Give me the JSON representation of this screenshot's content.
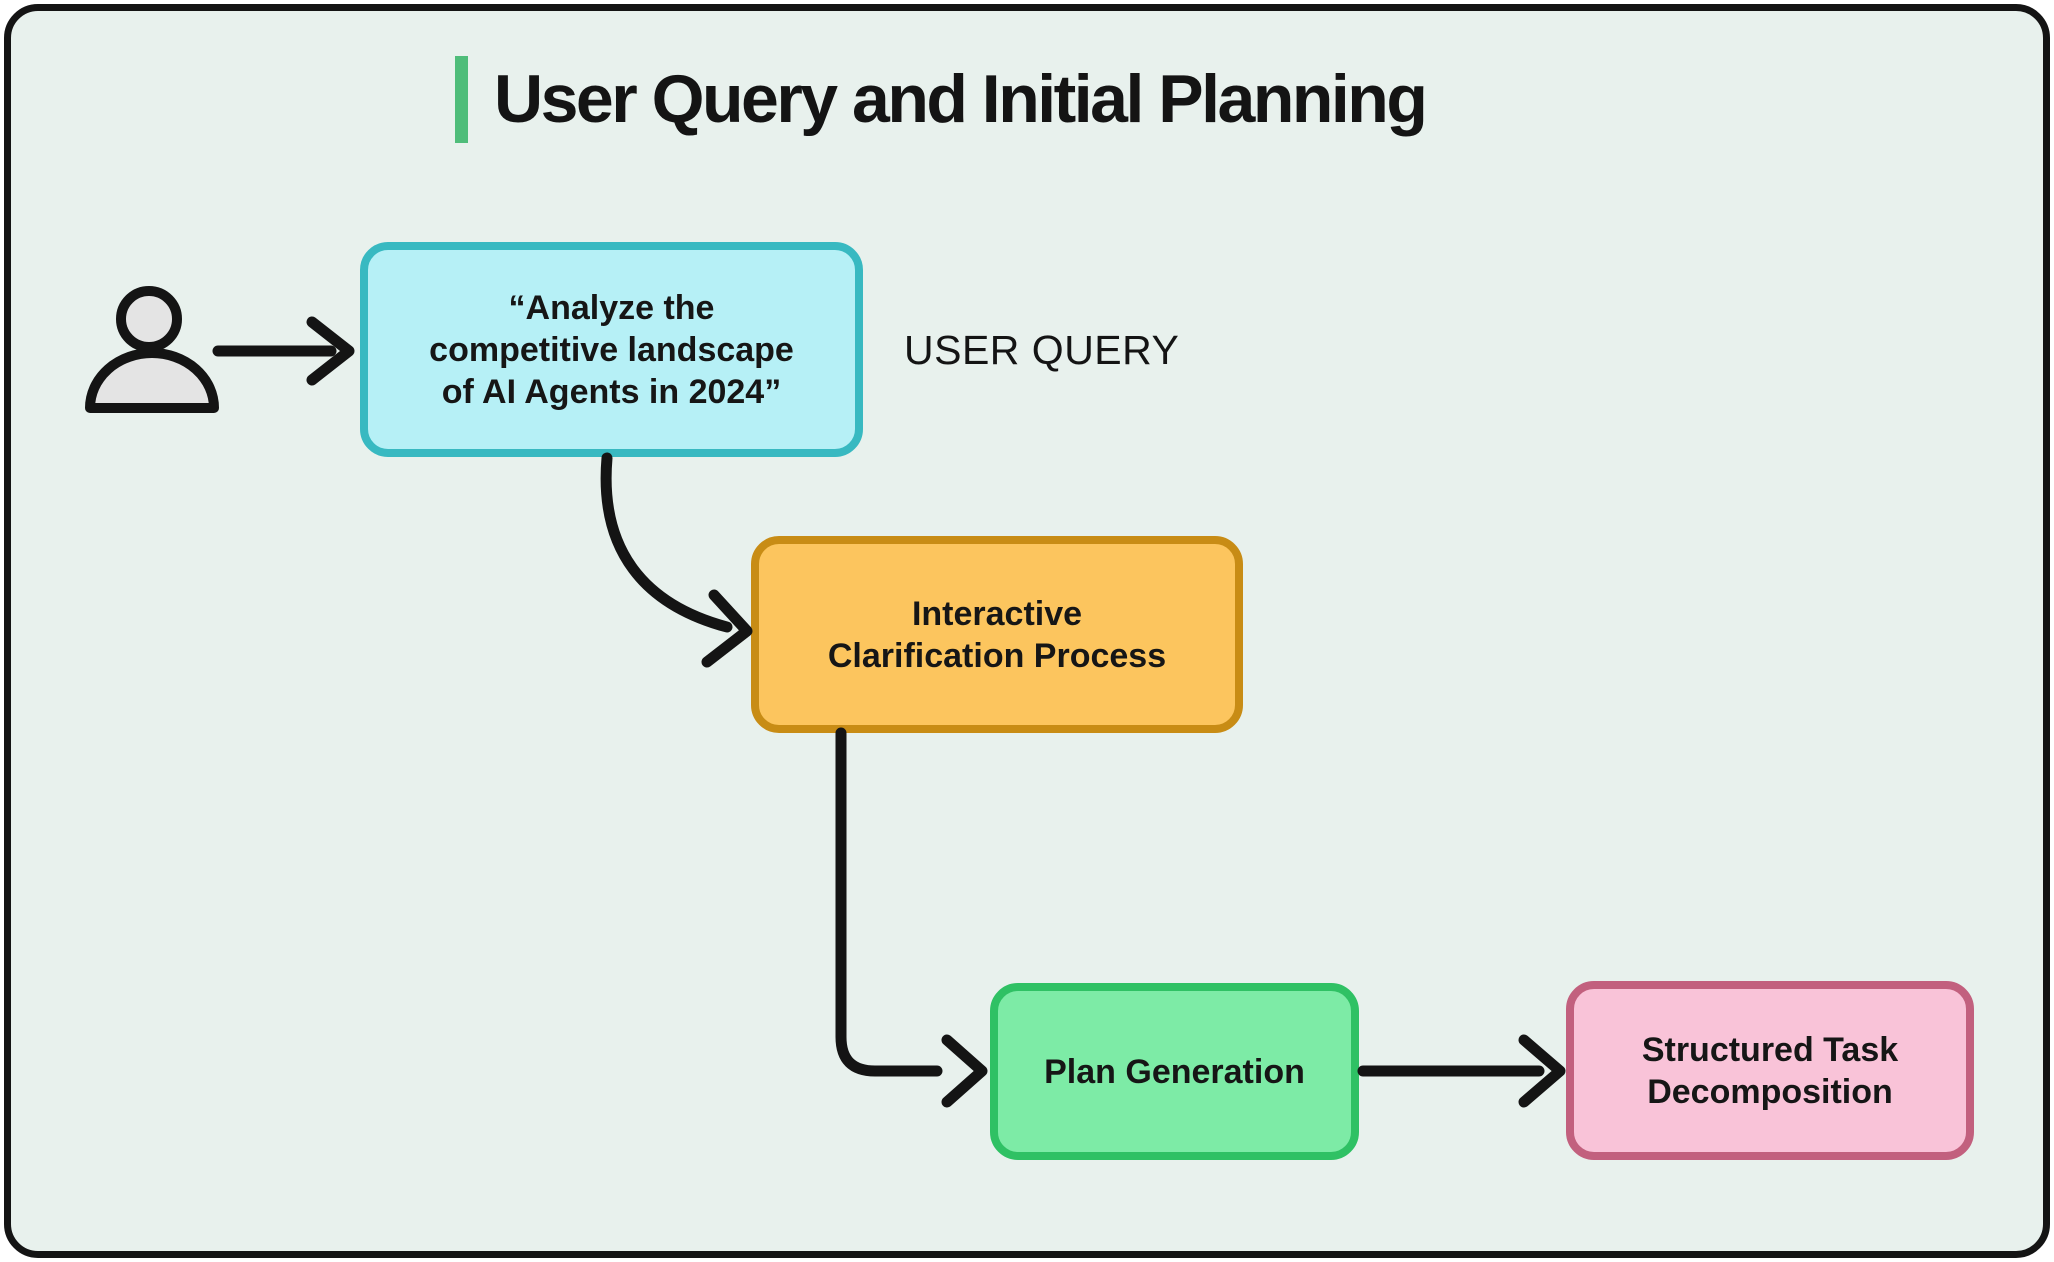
{
  "title": "User Query and Initial Planning",
  "annotation": {
    "user_query": "USER QUERY"
  },
  "nodes": {
    "user_query": {
      "lines": [
        "“Analyze the",
        "competitive landscape",
        "of AI Agents in 2024”"
      ]
    },
    "clarification": {
      "lines": [
        "Interactive",
        "Clarification Process"
      ]
    },
    "plan": {
      "lines": [
        "Plan Generation"
      ]
    },
    "decomposition": {
      "lines": [
        "Structured Task",
        "Decomposition"
      ]
    }
  },
  "icons": {
    "user": "user-icon"
  },
  "colors": {
    "background": "#e8f1ed",
    "frame": "#141414",
    "accent_bar": "#4fbd7a",
    "arrow": "#141414",
    "icon_fill": "#e4e4e4",
    "cyan_fill": "#b6f0f6",
    "cyan_border": "#38b9c1",
    "orange_fill": "#fcc55e",
    "orange_border": "#c88c15",
    "green_fill": "#7deba6",
    "green_border": "#2fc164",
    "pink_fill": "#f9c3d8",
    "pink_border": "#c2607e"
  }
}
